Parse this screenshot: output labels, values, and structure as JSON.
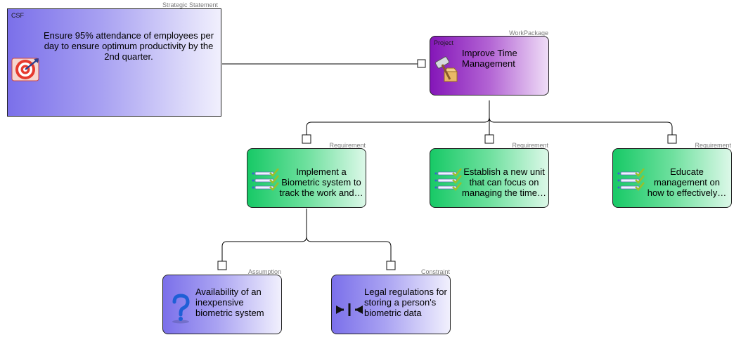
{
  "nodes": {
    "csf": {
      "stereotype": "Strategic Statement",
      "tag": "CSF",
      "text": "Ensure 95% attendance of employees per day to ensure optimum productivity by the 2nd quarter.",
      "icon": "target-icon"
    },
    "project": {
      "stereotype": "WorkPackage",
      "tag": "Project",
      "text": "Improve Time Management",
      "icon": "hammer-box-icon"
    },
    "req1": {
      "stereotype": "Requirement",
      "text": "Implement a Biometric system to track the work and…",
      "icon": "checklist-icon"
    },
    "req2": {
      "stereotype": "Requirement",
      "text": "Establish a new unit that can focus on managing the time…",
      "icon": "checklist-icon"
    },
    "req3": {
      "stereotype": "Requirement",
      "text": "Educate management on how to effectively…",
      "icon": "checklist-icon"
    },
    "assumption": {
      "stereotype": "Assumption",
      "text": "Availability of an inexpensive biometric system",
      "icon": "question-icon"
    },
    "constraint": {
      "stereotype": "Constraint",
      "text": "Legal regulations for storing a person's biometric data",
      "icon": "constraint-arrows-icon"
    }
  },
  "colors": {
    "csf": "#7b70ea",
    "workpackage": "#8416b8",
    "requirement": "#17c966",
    "assumption": "#7b70ea",
    "constraint": "#7b70ea",
    "connector": "#000000"
  }
}
